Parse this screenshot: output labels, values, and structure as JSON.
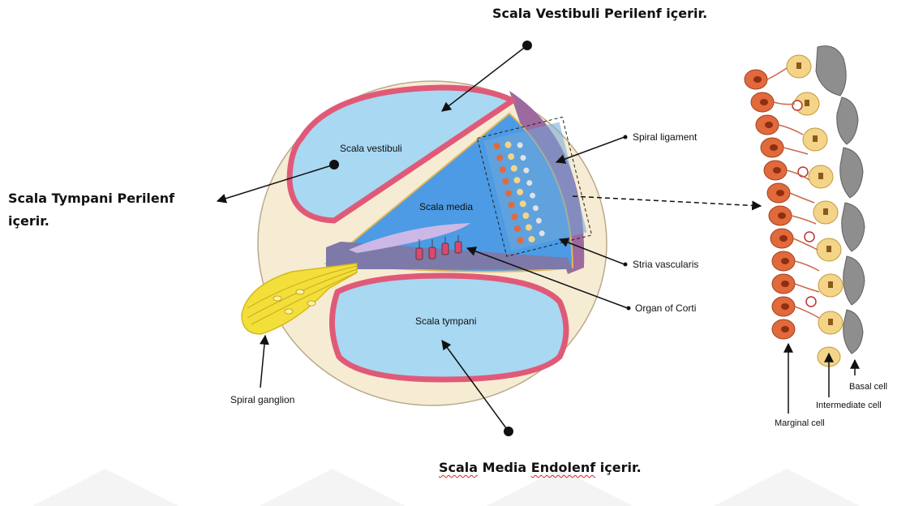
{
  "captions": {
    "vestibuli": "Scala Vestibuli Perilenf içerir.",
    "tympani_line1": "Scala Tympani Perilenf",
    "tympani_line2": "içerir.",
    "media_word1": "Scala",
    "media_word2": "Media",
    "media_word3": "Endolenf",
    "media_word4": "içerir."
  },
  "cochlea_labels": {
    "scala_vestibuli": "Scala vestibuli",
    "scala_media": "Scala media",
    "scala_tympani": "Scala tympani",
    "spiral_ligament": "Spiral ligament",
    "stria_vascularis": "Stria vascularis",
    "organ_of_corti": "Organ of Corti",
    "spiral_ganglion": "Spiral ganglion"
  },
  "cell_labels": {
    "basal": "Basal cell",
    "intermediate": "Intermediate cell",
    "marginal": "Marginal cell"
  },
  "colors": {
    "bone": "#f6ecd3",
    "perilymph": "#a8d8f2",
    "endolymph": "#4c9be4",
    "membrane": "#e05a78",
    "ligament": "#9d6aa0",
    "ganglion": "#f3df3a",
    "marginal_cell": "#e06a3c",
    "intermediate_cell": "#f3d489",
    "basal_cell": "#8e8e8e"
  }
}
